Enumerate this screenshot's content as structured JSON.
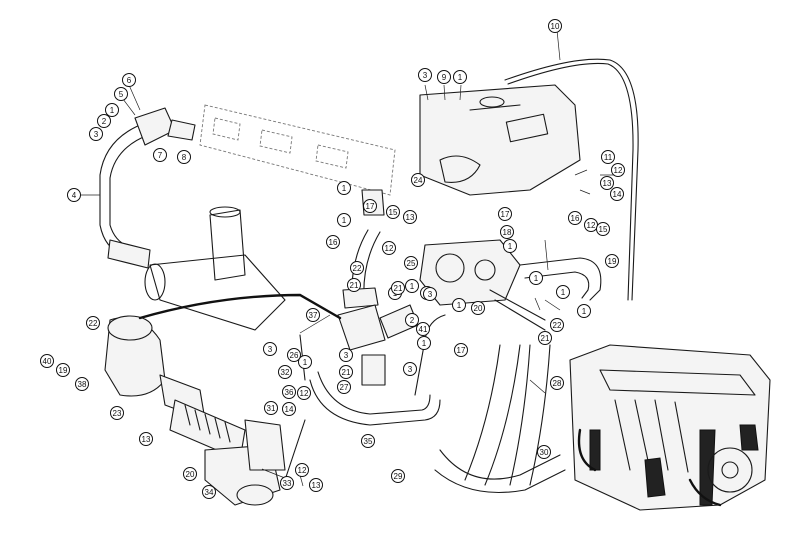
{
  "diagram": {
    "callouts": [
      "10",
      "3",
      "9",
      "1",
      "6",
      "5",
      "1",
      "2",
      "3",
      "7",
      "8",
      "11",
      "12",
      "13",
      "14",
      "16",
      "12",
      "15",
      "4",
      "1",
      "17",
      "1",
      "24",
      "15",
      "13",
      "12",
      "17",
      "18",
      "1",
      "16",
      "22",
      "21",
      "25",
      "1",
      "3",
      "1",
      "2",
      "21",
      "19",
      "1",
      "22",
      "21",
      "1",
      "3",
      "1",
      "17",
      "1",
      "20",
      "1",
      "22",
      "40",
      "19",
      "38",
      "37",
      "41",
      "26",
      "3",
      "1",
      "32",
      "3",
      "21",
      "27",
      "3",
      "28",
      "23",
      "36",
      "12",
      "31",
      "14",
      "13",
      "35",
      "29",
      "20",
      "34",
      "33",
      "12",
      "13",
      "30",
      "20"
    ]
  }
}
